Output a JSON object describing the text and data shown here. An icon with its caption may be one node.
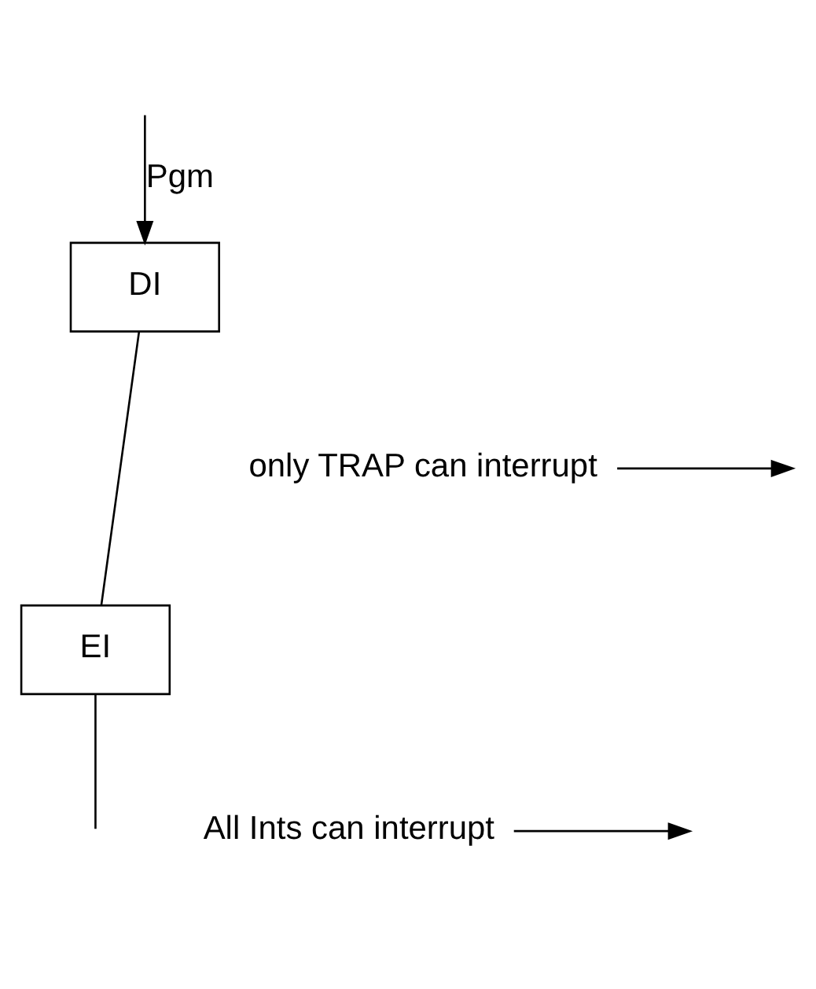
{
  "diagram": {
    "nodes": [
      {
        "text": [
          "DI"
        ]
      },
      {
        "text": [
          "EI"
        ]
      },
      {
        "text": [
          "only TRAP can interrupt"
        ]
      },
      {
        "text": [
          "All Ints can interrupt"
        ]
      }
    ],
    "edges": [
      {
        "from": null,
        "to": 0,
        "arrow": "to",
        "label": "Pgm"
      },
      {
        "from": 0,
        "to": 1,
        "arrow": "none"
      },
      {
        "from": 2,
        "to": null,
        "arrow": "to"
      },
      {
        "from": 1,
        "to": null,
        "arrow": "none"
      },
      {
        "from": 3,
        "to": null,
        "arrow": "to"
      }
    ]
  }
}
